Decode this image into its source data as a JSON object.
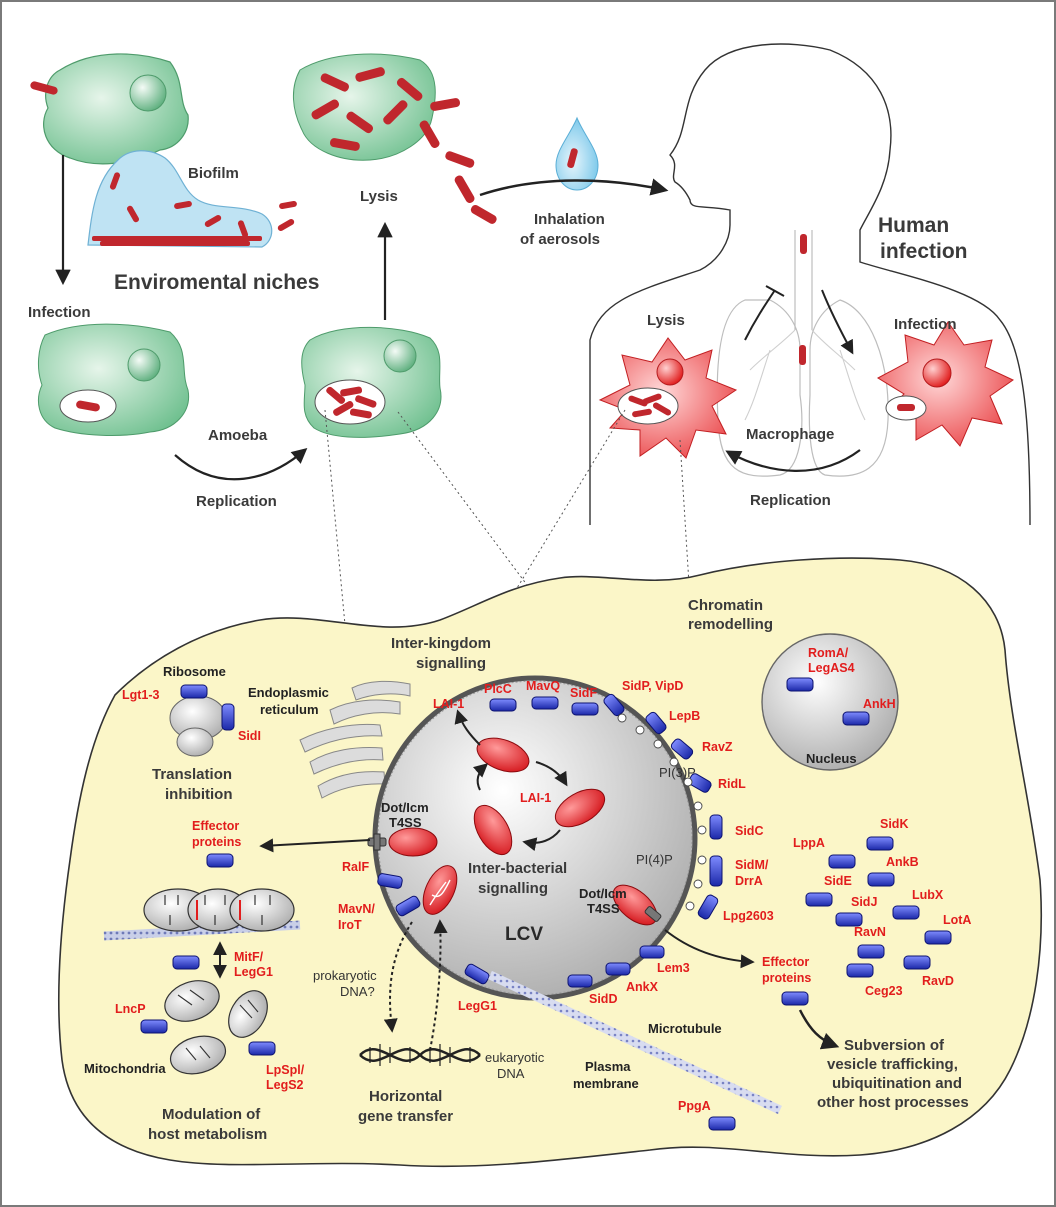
{
  "colors": {
    "amoeba_green": "#7cc79a",
    "macrophage_red": "#e8383b",
    "bacterium_red": "#c0272d",
    "effector_red": "#e21d1d",
    "effector_blue": "#3242c8",
    "cell_yellow": "#fbf6c8",
    "biofilm_blue": "#bde2f2"
  },
  "top": {
    "biofilm": "Biofilm",
    "lysis_env": "Lysis",
    "niches": "Enviromental niches",
    "infection_env": "Infection",
    "amoeba": "Amoeba",
    "replication_env": "Replication",
    "inhalation_1": "Inhalation",
    "inhalation_2": "of aerosols",
    "human_1": "Human",
    "human_2": "infection",
    "lysis_human": "Lysis",
    "infection_human": "Infection",
    "macrophage": "Macrophage",
    "replication_human": "Replication"
  },
  "cell": {
    "ribosome": "Ribosome",
    "lgt": "Lgt1-3",
    "sidi": "SidI",
    "er_1": "Endoplasmic",
    "er_2": "reticulum",
    "translation_1": "Translation",
    "translation_2": "inhibition",
    "interkingdom_1": "Inter-kingdom",
    "interkingdom_2": "signalling",
    "lai_out": "LAI-1",
    "lai_in": "LAI-1",
    "interbacterial_1": "Inter-bacterial",
    "interbacterial_2": "signalling",
    "dot_left_1": "Dot/Icm",
    "dot_left_2": "T4SS",
    "dot_right_1": "Dot/Icm",
    "dot_right_2": "T4SS",
    "effector_left_1": "Effector",
    "effector_left_2": "proteins",
    "effector_right_1": "Effector",
    "effector_right_2": "proteins",
    "chromatin_1": "Chromatin",
    "chromatin_2": "remodelling",
    "roma_1": "RomA/",
    "roma_2": "LegAS4",
    "ankh": "AnkH",
    "nucleus": "Nucleus",
    "pi3p": "PI(3)P",
    "pi4p": "PI(4)P",
    "lcv": "LCV",
    "ralf": "RalF",
    "mavn_1": "MavN/",
    "mavn_2": "IroT",
    "prokaryotic_1": "prokaryotic",
    "prokaryotic_2": "DNA?",
    "eukaryotic_1": "eukaryotic",
    "eukaryotic_2": "DNA",
    "hgt_1": "Horizontal",
    "hgt_2": "gene transfer",
    "mitf_1": "MitF/",
    "mitf_2": "LegG1",
    "lncp": "LncP",
    "mitochondria": "Mitochondria",
    "lpspl_1": "LpSpl/",
    "lpspl_2": "LegS2",
    "modulation_1": "Modulation of",
    "modulation_2": "host metabolism",
    "legg1": "LegG1",
    "sidd": "SidD",
    "ankx": "AnkX",
    "lem3": "Lem3",
    "microtubule": "Microtubule",
    "plasma_1": "Plasma",
    "plasma_2": "membrane",
    "ppga": "PpgA",
    "subversion_1": "Subversion of",
    "subversion_2": "vesicle trafficking,",
    "subversion_3": "ubiquitination and",
    "subversion_4": "other host processes",
    "plcc": "PlcC",
    "mavq": "MavQ",
    "sidf": "SidF",
    "sidp": "SidP, VipD",
    "lepb": "LepB",
    "ravz": "RavZ",
    "ridl": "RidL",
    "sidc": "SidC",
    "sidm_1": "SidM/",
    "sidm_2": "DrrA",
    "lpg2603": "Lpg2603",
    "lppa": "LppA",
    "sidk": "SidK",
    "ankb": "AnkB",
    "side": "SidE",
    "lubx": "LubX",
    "sidj": "SidJ",
    "lota": "LotA",
    "ravn": "RavN",
    "ravd": "RavD",
    "ceg23": "Ceg23"
  }
}
